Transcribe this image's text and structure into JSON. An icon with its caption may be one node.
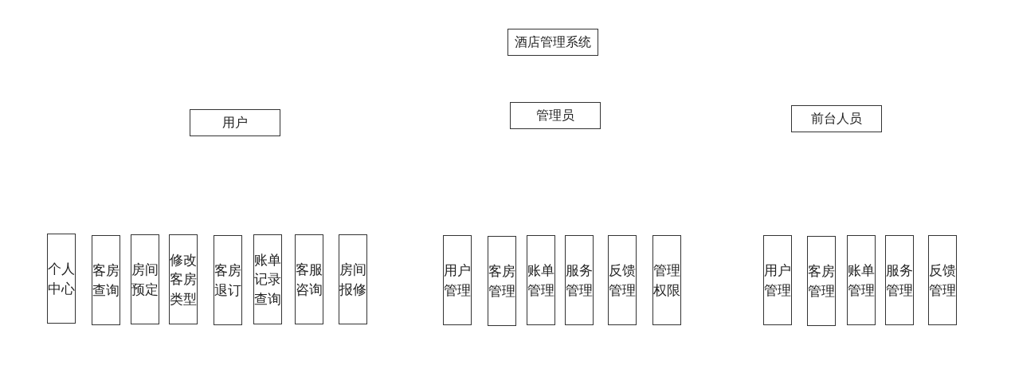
{
  "diagram": {
    "nodes": [
      {
        "text": [
          "酒店管理系统"
        ]
      },
      {
        "text": [
          "用户"
        ]
      },
      {
        "text": [
          "管理员"
        ]
      },
      {
        "text": [
          "前台人员"
        ]
      },
      {
        "text": [
          "个人中心"
        ]
      },
      {
        "text": [
          "客房查询"
        ]
      },
      {
        "text": [
          "房间预定"
        ]
      },
      {
        "text": [
          "修改客房类型"
        ]
      },
      {
        "text": [
          "客房退订"
        ]
      },
      {
        "text": [
          "账单记录查询"
        ]
      },
      {
        "text": [
          "客服咨询"
        ]
      },
      {
        "text": [
          "房间报修"
        ]
      },
      {
        "text": [
          "用户管理"
        ]
      },
      {
        "text": [
          "客房管理"
        ]
      },
      {
        "text": [
          "账单管理"
        ]
      },
      {
        "text": [
          "服务管理"
        ]
      },
      {
        "text": [
          "反馈管理"
        ]
      },
      {
        "text": [
          "管理权限"
        ]
      },
      {
        "text": [
          "用户管理"
        ]
      },
      {
        "text": [
          "客房管理"
        ]
      },
      {
        "text": [
          "账单管理"
        ]
      },
      {
        "text": [
          "服务管理"
        ]
      },
      {
        "text": [
          "反馈管理"
        ]
      }
    ]
  }
}
